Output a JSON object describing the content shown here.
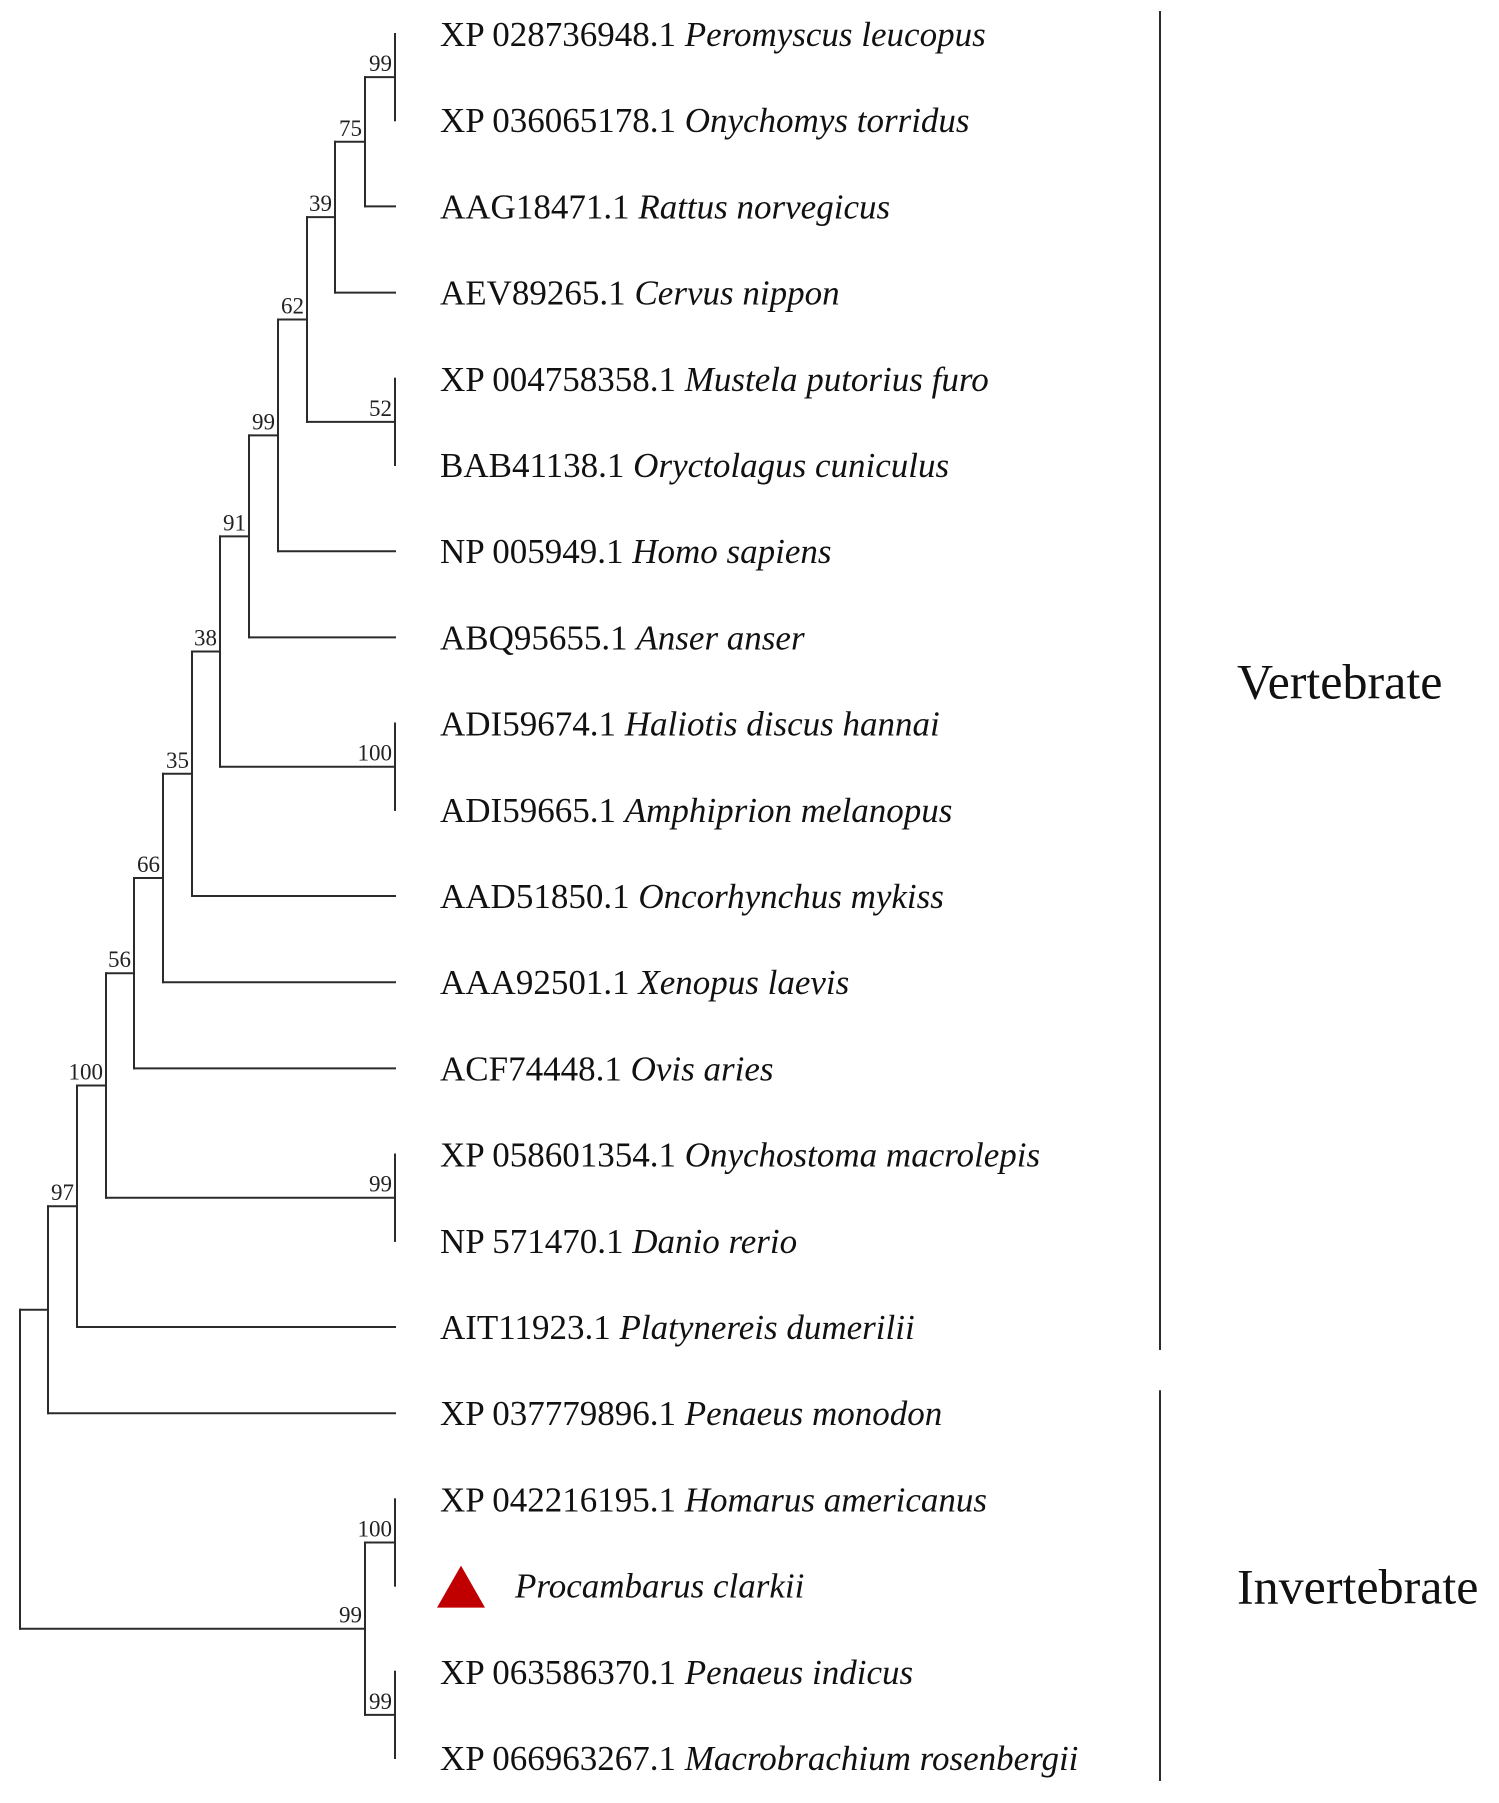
{
  "tree": {
    "taxa": [
      {
        "id": "t1",
        "accession": "XP 028736948.1",
        "species": "Peromyscus leucopus"
      },
      {
        "id": "t2",
        "accession": "XP 036065178.1",
        "species": "Onychomys torridus"
      },
      {
        "id": "t3",
        "accession": "AAG18471.1",
        "species": "Rattus norvegicus"
      },
      {
        "id": "t4",
        "accession": "AEV89265.1",
        "species": "Cervus nippon"
      },
      {
        "id": "t5",
        "accession": "XP 004758358.1",
        "species": "Mustela putorius furo"
      },
      {
        "id": "t6",
        "accession": "BAB41138.1",
        "species": "Oryctolagus cuniculus"
      },
      {
        "id": "t7",
        "accession": "NP 005949.1",
        "species": "Homo sapiens"
      },
      {
        "id": "t8",
        "accession": "ABQ95655.1",
        "species": "Anser anser"
      },
      {
        "id": "t9",
        "accession": "ADI59674.1",
        "species": "Haliotis discus hannai"
      },
      {
        "id": "t10",
        "accession": "ADI59665.1",
        "species": "Amphiprion melanopus"
      },
      {
        "id": "t11",
        "accession": "AAD51850.1",
        "species": "Oncorhynchus mykiss"
      },
      {
        "id": "t12",
        "accession": "AAA92501.1",
        "species": "Xenopus laevis"
      },
      {
        "id": "t13",
        "accession": "ACF74448.1",
        "species": "Ovis aries"
      },
      {
        "id": "t14",
        "accession": "XP 058601354.1",
        "species": "Onychostoma macrolepis"
      },
      {
        "id": "t15",
        "accession": "NP 571470.1",
        "species": "Danio rerio"
      },
      {
        "id": "t16",
        "accession": "AIT11923.1",
        "species": "Platynereis dumerilii"
      },
      {
        "id": "t17",
        "accession": "XP 037779896.1",
        "species": "Penaeus monodon"
      },
      {
        "id": "t18",
        "accession": "XP 042216195.1",
        "species": "Homarus americanus"
      },
      {
        "id": "t19",
        "accession": "",
        "species": "Procambarus clarkii",
        "marker": "red-triangle"
      },
      {
        "id": "t20",
        "accession": "XP 063586370.1",
        "species": "Penaeus indicus"
      },
      {
        "id": "t21",
        "accession": "XP 066963267.1",
        "species": "Macrobrachium rosenbergii"
      }
    ],
    "nodes": [
      {
        "id": "n1",
        "children": [
          "t1",
          "t2"
        ],
        "bootstrap": "99"
      },
      {
        "id": "n2",
        "children": [
          "n1",
          "t3"
        ],
        "bootstrap": "75"
      },
      {
        "id": "n3",
        "children": [
          "n2",
          "t4"
        ],
        "bootstrap": "39"
      },
      {
        "id": "n4",
        "children": [
          "t5",
          "t6"
        ],
        "bootstrap": "52"
      },
      {
        "id": "n5",
        "children": [
          "n3",
          "n4"
        ],
        "bootstrap": "62"
      },
      {
        "id": "n6",
        "children": [
          "n5",
          "t7"
        ],
        "bootstrap": "99"
      },
      {
        "id": "n7",
        "children": [
          "n6",
          "t8"
        ],
        "bootstrap": "91"
      },
      {
        "id": "n8",
        "children": [
          "t9",
          "t10"
        ],
        "bootstrap": "100"
      },
      {
        "id": "n9",
        "children": [
          "n7",
          "n8"
        ],
        "bootstrap": "38"
      },
      {
        "id": "n10",
        "children": [
          "n9",
          "t11"
        ],
        "bootstrap": "35"
      },
      {
        "id": "n11",
        "children": [
          "n10",
          "t12"
        ],
        "bootstrap": "66"
      },
      {
        "id": "n12",
        "children": [
          "n11",
          "t13"
        ],
        "bootstrap": "56"
      },
      {
        "id": "n13",
        "children": [
          "t14",
          "t15"
        ],
        "bootstrap": "99"
      },
      {
        "id": "n14",
        "children": [
          "n12",
          "n13"
        ],
        "bootstrap": "100"
      },
      {
        "id": "n15",
        "children": [
          "n14",
          "t16"
        ],
        "bootstrap": "97"
      },
      {
        "id": "n16",
        "children": [
          "n15",
          "t17"
        ],
        "bootstrap": ""
      },
      {
        "id": "n17",
        "children": [
          "t18",
          "t19"
        ],
        "bootstrap": "100"
      },
      {
        "id": "n18",
        "children": [
          "t20",
          "t21"
        ],
        "bootstrap": "99"
      },
      {
        "id": "n19",
        "children": [
          "n17",
          "n18"
        ],
        "bootstrap": "99"
      },
      {
        "id": "root",
        "children": [
          "n16",
          "n19"
        ],
        "bootstrap": ""
      }
    ],
    "groups": [
      {
        "id": "vertebrate",
        "label": "Vertebrate",
        "from": "t1",
        "to": "t16"
      },
      {
        "id": "invertebrate",
        "label": "Invertebrate",
        "from": "t17",
        "to": "t21"
      }
    ],
    "colors": {
      "line": "#2b2b2b",
      "text": "#111111",
      "marker": "#c00000"
    }
  }
}
